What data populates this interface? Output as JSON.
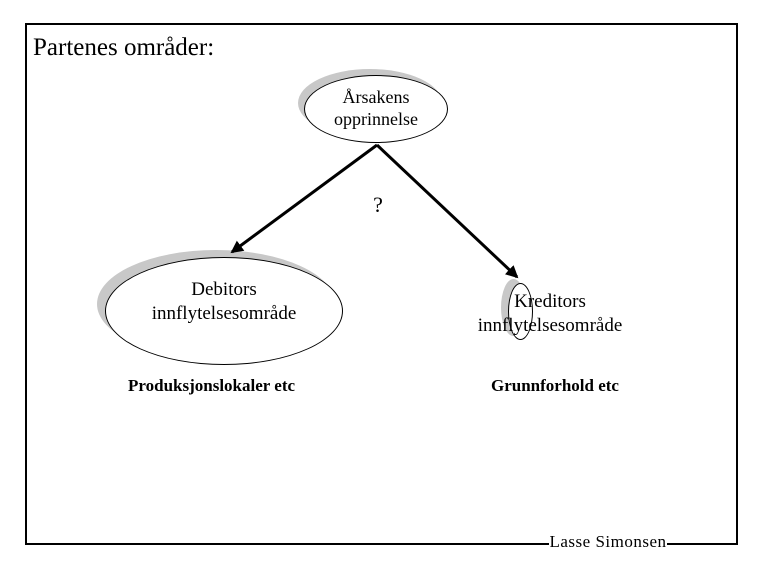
{
  "slide": {
    "title": "Partenes områder:",
    "signature": "Lasse Simonsen"
  },
  "diagram": {
    "top_node": {
      "line1": "Årsakens",
      "line2": "opprinnelse"
    },
    "connector_question": "?",
    "left_node": {
      "line1": "Debitors",
      "line2": "innflytelsesområde",
      "caption": "Produksjonslokaler etc"
    },
    "right_node": {
      "line1": "Kreditors",
      "line2": "innflytelsesområde",
      "caption": "Grunnforhold etc"
    }
  },
  "colors": {
    "background": "#ffffff",
    "line": "#000000",
    "shadow": "#c8c8c8",
    "node_fill": "#ffffff"
  }
}
